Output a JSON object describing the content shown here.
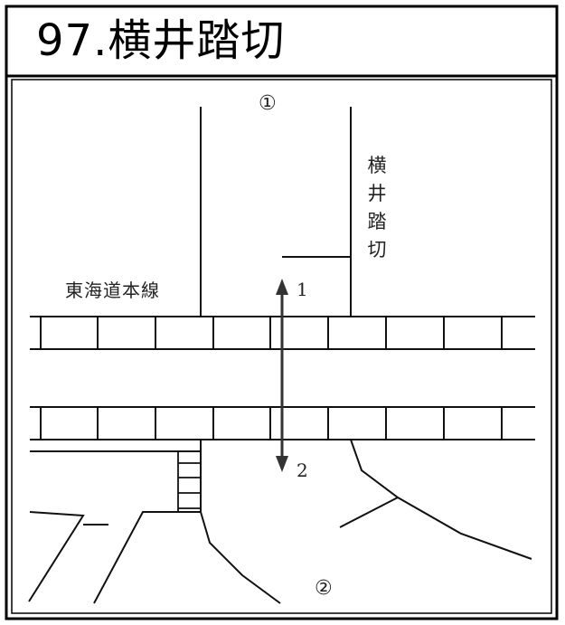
{
  "title": "97.横井踏切",
  "diagram": {
    "point_start": "①",
    "point_end": "②",
    "crossing_name": "横井踏切",
    "railway_line": "東海道本線",
    "arrow_label_up": "1",
    "arrow_label_down": "2"
  }
}
